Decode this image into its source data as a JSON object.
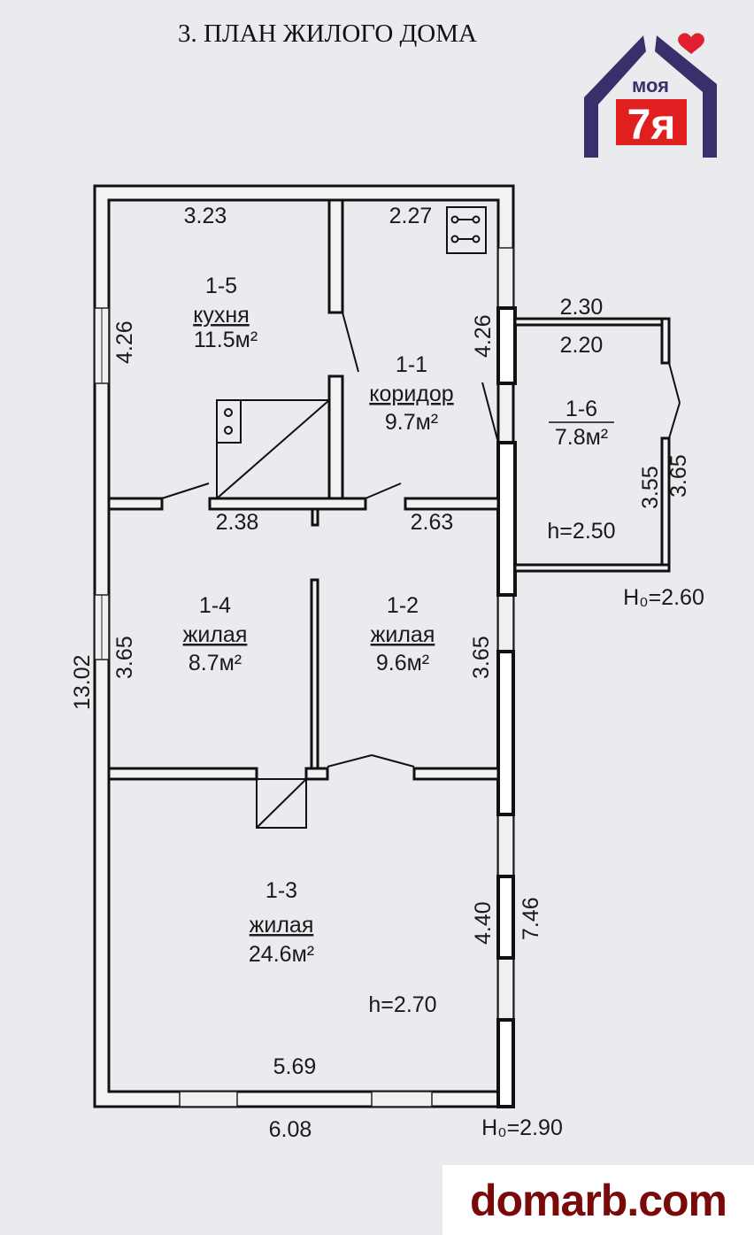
{
  "title": "3. ПЛАН ЖИЛОГО ДОМА",
  "logo": {
    "top": "моя",
    "bottom": "7я",
    "colors": {
      "house": "#3b2f6b",
      "text": "#e02020",
      "heart": "#e02030"
    }
  },
  "rooms": [
    {
      "id": "1-5",
      "name": "кухня",
      "area": "11.5м²"
    },
    {
      "id": "1-1",
      "name": "коридор",
      "area": "9.7м²"
    },
    {
      "id": "1-6",
      "area": "7.8м²"
    },
    {
      "id": "1-4",
      "name": "жилая",
      "area": "8.7м²"
    },
    {
      "id": "1-2",
      "name": "жилая",
      "area": "9.6м²"
    },
    {
      "id": "1-3",
      "name": "жилая",
      "area": "24.6м²"
    }
  ],
  "dimensions": {
    "d323": "3.23",
    "d227": "2.27",
    "d426l": "4.26",
    "d426r": "4.26",
    "d230": "2.30",
    "d220": "2.20",
    "d238": "2.38",
    "d263": "2.63",
    "d355": "3.55",
    "d365a": "3.65",
    "d1302": "13.02",
    "d365l": "3.65",
    "d365r": "3.65",
    "d440": "4.40",
    "d746": "7.46",
    "d569": "5.69",
    "d608": "6.08"
  },
  "heights": {
    "h_annex": "h=2.50",
    "H_annex": "H₀=2.60",
    "h_main": "h=2.70",
    "H_main": "H₀=2.90"
  },
  "watermark": "domarb.com"
}
